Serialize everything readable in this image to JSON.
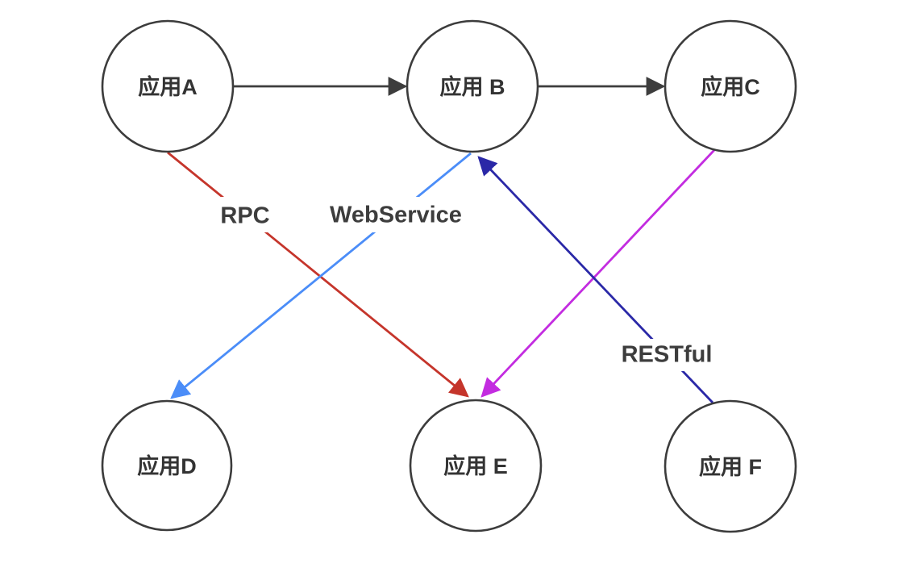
{
  "diagram": {
    "title": "application-call-relationship-diagram",
    "background_color": "#ffffff",
    "node_border_color": "#3c3c3c",
    "node_fill_color": "#ffffff",
    "node_label_color": "#333333",
    "edge_label_color": "#3d3d3d",
    "nodes": [
      {
        "id": "A",
        "label": "应用A"
      },
      {
        "id": "B",
        "label": "应用 B"
      },
      {
        "id": "C",
        "label": "应用C"
      },
      {
        "id": "D",
        "label": "应用D"
      },
      {
        "id": "E",
        "label": "应用 E"
      },
      {
        "id": "F",
        "label": "应用 F"
      }
    ],
    "edges": [
      {
        "from": "A",
        "to": "B",
        "label": "",
        "color": "#3d3d3d"
      },
      {
        "from": "B",
        "to": "C",
        "label": "",
        "color": "#3d3d3d"
      },
      {
        "from": "A",
        "to": "E",
        "label": "RPC",
        "color": "#c5352b"
      },
      {
        "from": "B",
        "to": "D",
        "label": "WebService",
        "color": "#4b8df8"
      },
      {
        "from": "C",
        "to": "E",
        "label": "",
        "color": "#c32ce0"
      },
      {
        "from": "F",
        "to": "B",
        "label": "RESTful",
        "color": "#2a28a7"
      }
    ]
  }
}
